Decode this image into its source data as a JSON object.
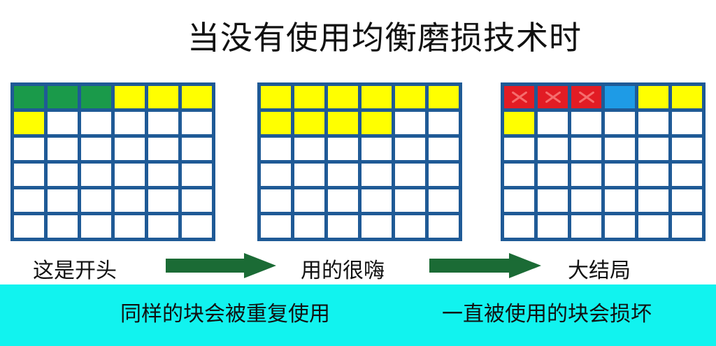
{
  "title": "当没有使用均衡磨损技术时",
  "colors": {
    "grid_border": "#1f5a96",
    "used": "#ffff00",
    "green": "#1a9a4a",
    "blue": "#1e9be6",
    "damaged": "#e21c24",
    "arrow": "#1b6b35",
    "band": "#11f3ef"
  },
  "grids": [
    {
      "caption": "这是开头",
      "rows": [
        [
          "green",
          "green",
          "green",
          "yellow",
          "yellow",
          "yellow"
        ],
        [
          "yellow",
          "white",
          "white",
          "white",
          "white",
          "white"
        ],
        [
          "white",
          "white",
          "white",
          "white",
          "white",
          "white"
        ],
        [
          "white",
          "white",
          "white",
          "white",
          "white",
          "white"
        ],
        [
          "white",
          "white",
          "white",
          "white",
          "white",
          "white"
        ],
        [
          "white",
          "white",
          "white",
          "white",
          "white",
          "white"
        ]
      ]
    },
    {
      "caption": "用的很嗨",
      "rows": [
        [
          "yellow",
          "yellow",
          "yellow",
          "yellow",
          "yellow",
          "yellow"
        ],
        [
          "yellow",
          "yellow",
          "yellow",
          "yellow",
          "white",
          "white"
        ],
        [
          "white",
          "white",
          "white",
          "white",
          "white",
          "white"
        ],
        [
          "white",
          "white",
          "white",
          "white",
          "white",
          "white"
        ],
        [
          "white",
          "white",
          "white",
          "white",
          "white",
          "white"
        ],
        [
          "white",
          "white",
          "white",
          "white",
          "white",
          "white"
        ]
      ]
    },
    {
      "caption": "大结局",
      "rows": [
        [
          "bad",
          "bad",
          "bad",
          "blue",
          "yellow",
          "yellow"
        ],
        [
          "yellow",
          "white",
          "white",
          "white",
          "white",
          "white"
        ],
        [
          "white",
          "white",
          "white",
          "white",
          "white",
          "white"
        ],
        [
          "white",
          "white",
          "white",
          "white",
          "white",
          "white"
        ],
        [
          "white",
          "white",
          "white",
          "white",
          "white",
          "white"
        ],
        [
          "white",
          "white",
          "white",
          "white",
          "white",
          "white"
        ]
      ]
    }
  ],
  "arrows": [
    "right-arrow-icon",
    "right-arrow-icon"
  ],
  "band": {
    "left": "同样的块会被重复使用",
    "right": "一直被使用的块会损坏"
  }
}
